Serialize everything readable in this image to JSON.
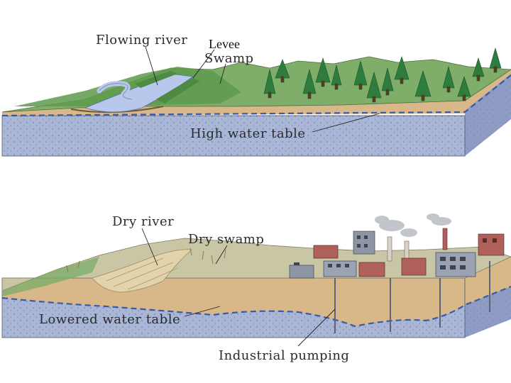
{
  "top_panel": {
    "labels": {
      "flowing_river": "Flowing river",
      "levee": "Levee",
      "swamp": "Swamp",
      "high_water_table": "High water table"
    }
  },
  "bottom_panel": {
    "labels": {
      "dry_river": "Dry river",
      "dry_swamp": "Dry swamp",
      "lowered_water_table": "Lowered water table",
      "industrial_pumping": "Industrial pumping"
    }
  },
  "colors": {
    "groundwater": "#a9b6d6",
    "water_line": "#3a5aa8",
    "grass": "#7fae6a",
    "forest_green": "#2e7d3e",
    "soil": "#d8b889",
    "river": "#b8c8ec",
    "dry_land": "#c9c6a6",
    "factory_red": "#b0605a",
    "factory_gray": "#8e96a6"
  }
}
